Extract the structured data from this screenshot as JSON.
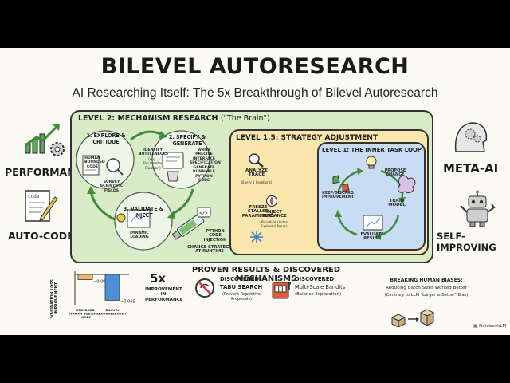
{
  "title": "BILEVEL AUTORESEARCH",
  "subtitle": "AI Researching Itself: The 5x Breakthrough of Bilevel Autoresearch",
  "left": {
    "performance": "PERFORMANCE",
    "auto_code": "AUTO-CODE"
  },
  "right": {
    "meta_ai": "META-AI",
    "self_improving": "SELF-IMPROVING"
  },
  "level2": {
    "title": "LEVEL 2: MECHANISM RESEARCH",
    "title_sub": "(\"The Brain\")",
    "step1": "1. EXPLORE & CRITIQUE",
    "paper_text": "HUMAN BOUNDED CODE",
    "identify": "IDENTIFY BOTTLENECKS",
    "identify_eg": "(e.g., Parameter Fixation)",
    "survey": "SURVEY SCIENTIFIC FIELDS",
    "step2": "2. SPECIFY & GENERATE",
    "write_spec": "WRITE PRECISE INTERFACE SPECIFICATION",
    "gen_code": "GENERATE RUNNABLE PYTHON CODE",
    "step3": "3. VALIDATE & INJECT",
    "dyn_loading": "DYNAMIC LOADING",
    "python_inj": "PYTHON CODE INJECTION",
    "change_strategy": "CHANGE STRATEGY AT RUNTIME"
  },
  "level15": {
    "title": "LEVEL 1.5: STRATEGY ADJUSTMENT",
    "analyze": "ANALYZE TRACE",
    "analyze_sub": "(Every 5 Iterations)",
    "freeze": "FREEZE STALLED PARAMETERS",
    "inject": "INJECT GUIDANCE",
    "inject_sub": "(Prioritize Under-Explored Areas)"
  },
  "level1": {
    "title": "LEVEL 1: THE INNER TASK LOOP",
    "propose": "PROPOSE CHANGE",
    "train": "TRAIN MODEL",
    "evaluate": "EVALUATE RESULT",
    "keep": "KEEP/DISCARD IMPROVEMENT"
  },
  "results": {
    "title": "PROVEN RESULTS & DISCOVERED MECHANISMS",
    "ylabel": "VALIDATION LOSS IMPROVEMENT",
    "five_x": "5x",
    "five_x_sub": "IMPROVEMENT IN PERFORMANCE",
    "tabu_head": "DISCOVERED:",
    "tabu_title": "TABU SEARCH",
    "tabu_sub": "(Prevent Repetitive Proposals)",
    "bandit_head": "DISCOVERED:",
    "bandit_title": "Multi-Scale Bandits",
    "bandit_sub": "(Balance Exploration)",
    "bias_title": "BREAKING HUMAN BIASES:",
    "bias_text": "Reducing Batch Sizes Worked Better",
    "bias_sub": "(Contrary to LLM \"Larger is Better\" Bias)"
  },
  "chart_data": {
    "type": "bar",
    "categories": [
      "STANDARD HUMAN-DESIGNED LOOPS",
      "BILEVEL AUTORESEARCH"
    ],
    "values": [
      -0.009,
      -0.045
    ],
    "value_labels": [
      "−0.009",
      "−0.045"
    ],
    "ylabel": "VALIDATION LOSS IMPROVEMENT",
    "colors": [
      "#e8b86a",
      "#4f8fd8"
    ],
    "ylim": [
      -0.05,
      0
    ]
  },
  "watermark": "NotebookLM",
  "colors": {
    "level2_fill": "#d8ecc8",
    "level15_fill": "#fbe6ae",
    "level1_fill": "#c8ddf3",
    "accent_blue": "#4f8fd8",
    "accent_gold": "#e8b86a"
  }
}
